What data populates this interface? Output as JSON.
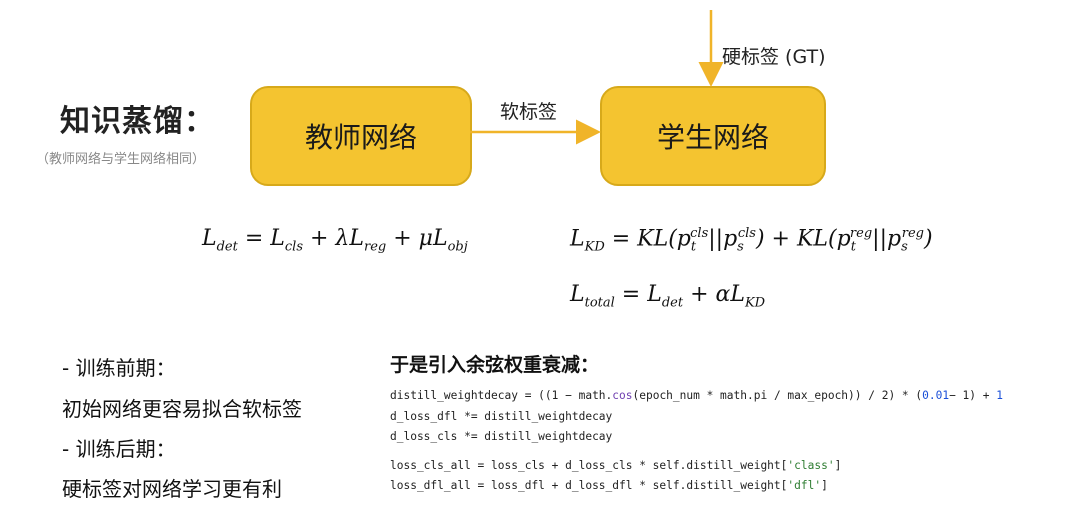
{
  "title": "知识蒸馏：",
  "subtitle": "（教师网络与学生网络相同）",
  "teacher_box": "教师网络",
  "student_box": "学生网络",
  "soft_label": "软标签",
  "hard_label": "硬标签 (GT)",
  "formulas": {
    "det": "L_det = L_cls + λL_reg + μL_obj",
    "kd": "L_KD = KL(p_t^cls || p_s^cls) + KL(p_t^reg || p_s^reg)",
    "total": "L_total = L_det + αL_KD"
  },
  "bullets": [
    "- 训练前期：",
    "初始网络更容易拟合软标签",
    "- 训练后期：",
    "硬标签对网络学习更有利"
  ],
  "code_title": "于是引入余弦权重衰减：",
  "code": {
    "line1_a": "distill_weightdecay = ((1 − math.",
    "line1_fn": "cos",
    "line1_b": "(epoch_num * math.pi / max_epoch)) / 2) * (",
    "line1_num": "0.01",
    "line1_c": "− 1) + ",
    "line1_one": "1",
    "line2": "d_loss_dfl *= distill_weightdecay",
    "line3": "d_loss_cls *= distill_weightdecay",
    "line4_a": "loss_cls_all = loss_cls + d_loss_cls * self.distill_weight[",
    "line4_str": "'class'",
    "line4_b": "]",
    "line5_a": "loss_dfl_all = loss_dfl + d_loss_dfl * self.distill_weight[",
    "line5_str": "'dfl'",
    "line5_b": "]"
  },
  "colors": {
    "box_fill": "#f4c430",
    "box_border": "#d7a91a",
    "arrow": "#f0b429"
  }
}
